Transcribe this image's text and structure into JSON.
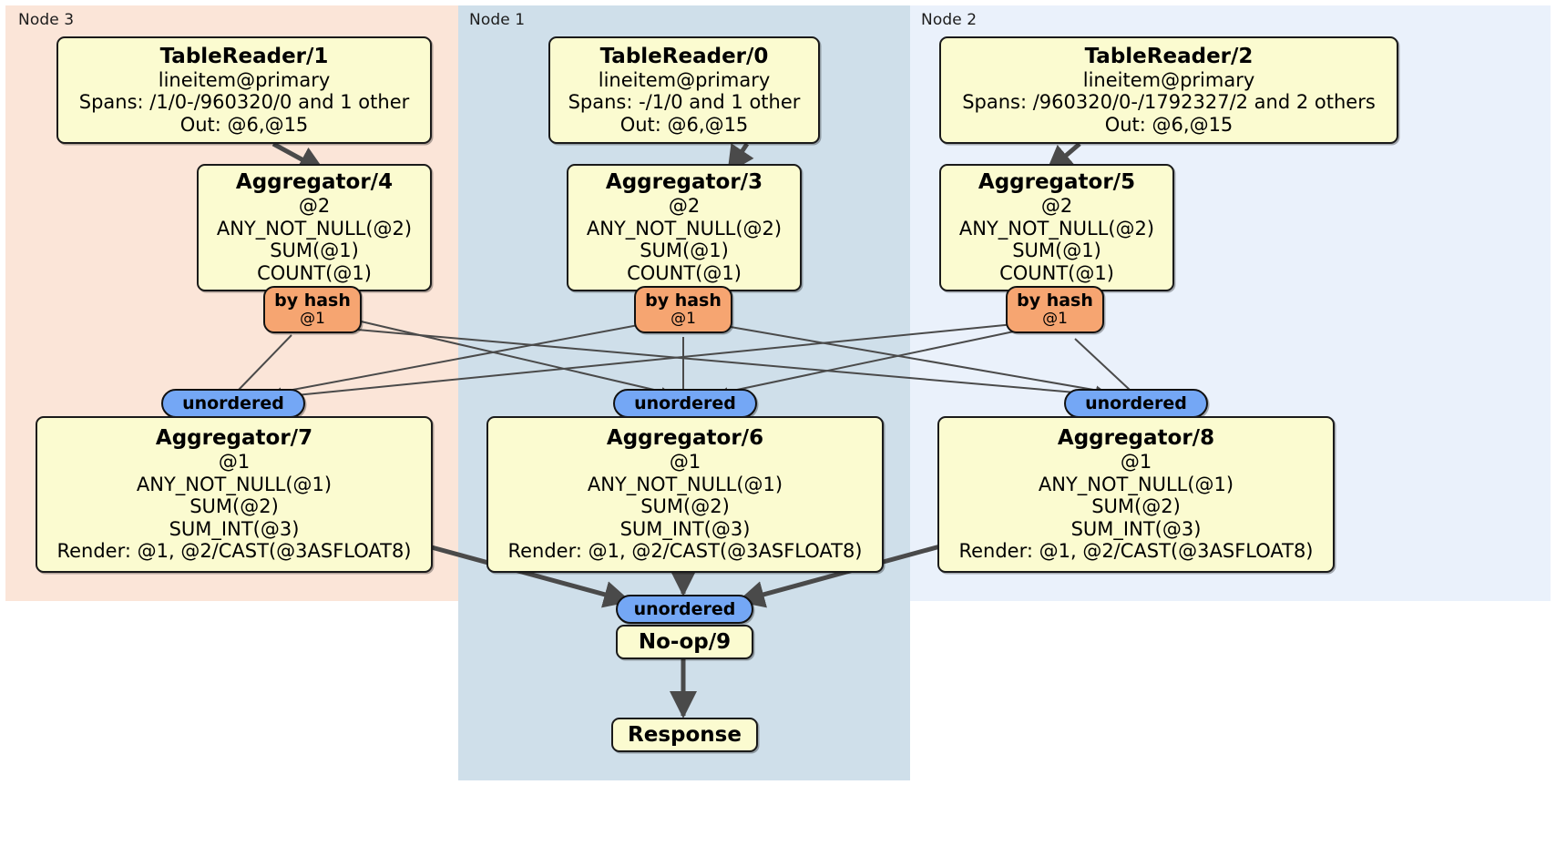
{
  "diagram": {
    "type": "distributed-query-plan",
    "panels": [
      {
        "id": "node3",
        "label": "Node 3",
        "color": "#fbe5d8"
      },
      {
        "id": "node1",
        "label": "Node 1",
        "color": "#cfdfea"
      },
      {
        "id": "node2",
        "label": "Node 2",
        "color": "#eaf1fb"
      }
    ],
    "nodes": {
      "table_reader_1": {
        "title": "TableReader/1",
        "lines": [
          "lineitem@primary",
          "Spans: /1/0-/960320/0 and 1 other",
          "Out: @6,@15"
        ]
      },
      "table_reader_0": {
        "title": "TableReader/0",
        "lines": [
          "lineitem@primary",
          "Spans: -/1/0 and 1 other",
          "Out: @6,@15"
        ]
      },
      "table_reader_2": {
        "title": "TableReader/2",
        "lines": [
          "lineitem@primary",
          "Spans: /960320/0-/1792327/2 and 2 others",
          "Out: @6,@15"
        ]
      },
      "aggregator_4": {
        "title": "Aggregator/4",
        "lines": [
          "@2",
          "ANY_NOT_NULL(@2)",
          "SUM(@1)",
          "COUNT(@1)"
        ]
      },
      "aggregator_3": {
        "title": "Aggregator/3",
        "lines": [
          "@2",
          "ANY_NOT_NULL(@2)",
          "SUM(@1)",
          "COUNT(@1)"
        ]
      },
      "aggregator_5": {
        "title": "Aggregator/5",
        "lines": [
          "@2",
          "ANY_NOT_NULL(@2)",
          "SUM(@1)",
          "COUNT(@1)"
        ]
      },
      "aggregator_7": {
        "title": "Aggregator/7",
        "lines": [
          "@1",
          "ANY_NOT_NULL(@1)",
          "SUM(@2)",
          "SUM_INT(@3)",
          "Render: @1, @2/CAST(@3ASFLOAT8)"
        ]
      },
      "aggregator_6": {
        "title": "Aggregator/6",
        "lines": [
          "@1",
          "ANY_NOT_NULL(@1)",
          "SUM(@2)",
          "SUM_INT(@3)",
          "Render: @1, @2/CAST(@3ASFLOAT8)"
        ]
      },
      "aggregator_8": {
        "title": "Aggregator/8",
        "lines": [
          "@1",
          "ANY_NOT_NULL(@1)",
          "SUM(@2)",
          "SUM_INT(@3)",
          "Render: @1, @2/CAST(@3ASFLOAT8)"
        ]
      },
      "noop_9": {
        "title": "No-op/9",
        "lines": []
      },
      "response": {
        "title": "Response",
        "lines": []
      }
    },
    "routers": {
      "hash_left": {
        "kind": "by hash",
        "column": "@1"
      },
      "hash_mid": {
        "kind": "by hash",
        "column": "@1"
      },
      "hash_right": {
        "kind": "by hash",
        "column": "@1"
      },
      "unordered_left": {
        "kind": "unordered"
      },
      "unordered_mid": {
        "kind": "unordered"
      },
      "unordered_right": {
        "kind": "unordered"
      },
      "unordered_final": {
        "kind": "unordered"
      }
    },
    "colors": {
      "processor_fill": "#fbfbd0",
      "hash_router_fill": "#f6a571",
      "unordered_router_fill": "#74a7f5",
      "node3_panel": "#fbe5d8",
      "node1_panel": "#cfdfea",
      "node2_panel": "#eaf1fb",
      "stroke": "#1a1a1a",
      "edge": "#4a4a4a"
    }
  }
}
